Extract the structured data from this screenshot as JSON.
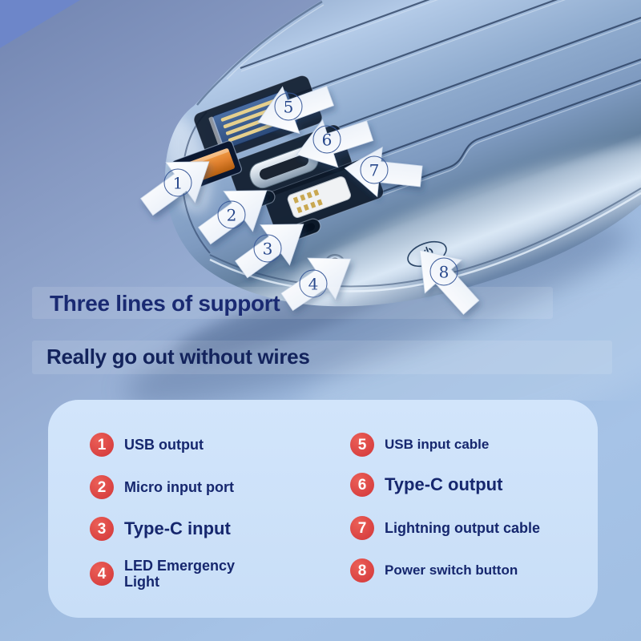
{
  "headline": {
    "title": "Three lines of support",
    "subtitle": "Really go out without wires"
  },
  "callouts": [
    {
      "num": "1"
    },
    {
      "num": "2"
    },
    {
      "num": "3"
    },
    {
      "num": "4"
    },
    {
      "num": "5"
    },
    {
      "num": "6"
    },
    {
      "num": "7"
    },
    {
      "num": "8"
    }
  ],
  "legend": {
    "items": [
      {
        "num": "1",
        "label": "USB output"
      },
      {
        "num": "2",
        "label": "Micro input port"
      },
      {
        "num": "3",
        "label": "Type-C input"
      },
      {
        "num": "4",
        "label": "LED Emergency Light"
      },
      {
        "num": "5",
        "label": "USB input cable"
      },
      {
        "num": "6",
        "label": "Type-C output"
      },
      {
        "num": "7",
        "label": "Lightning output cable"
      },
      {
        "num": "8",
        "label": "Power switch button"
      }
    ]
  },
  "icons": {
    "callout_arrow": "block-arrow",
    "power_button": "power-symbol"
  },
  "colors": {
    "background": "#a3c1e6",
    "corner_accent": "#6d86c9",
    "card": "#cde2f8",
    "badge_red": "#dd4747",
    "headline": "#1a2a72",
    "subtitle": "#13235c",
    "device_body": "#9db7d9",
    "usb_port_orange": "#e0812f",
    "arrow_white": "#ffffff",
    "callout_number_blue": "#28488c"
  }
}
